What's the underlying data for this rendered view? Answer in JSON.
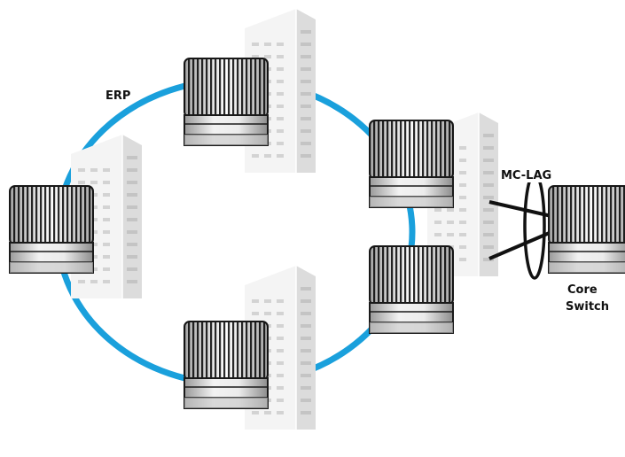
{
  "diagram": {
    "labels": {
      "ring": "ERP",
      "lag": "MC-LAG",
      "core_line1": "Core",
      "core_line2": "Switch"
    },
    "colors": {
      "ring": "#1aa0dc",
      "link": "#111111",
      "building_face": "#f3f3f3",
      "building_side": "#dedede",
      "switch_dark": "#2a2a2a",
      "switch_light": "#e6e6e6"
    },
    "icons": [
      "building-icon",
      "switch-icon",
      "core-switch-icon"
    ]
  }
}
